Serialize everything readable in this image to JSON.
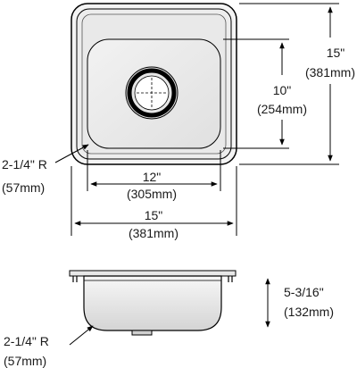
{
  "top_view": {
    "overall_depth": {
      "inches": "15\"",
      "mm": "(381mm)"
    },
    "bowl_depth": {
      "inches": "10\"",
      "mm": "(254mm)"
    },
    "bowl_width": {
      "inches": "12\"",
      "mm": "(305mm)"
    },
    "overall_width": {
      "inches": "15\"",
      "mm": "(381mm)"
    },
    "corner_radius": {
      "inches": "2-1/4\" R",
      "mm": "(57mm)"
    }
  },
  "side_view": {
    "bowl_height": {
      "inches": "5-3/16\"",
      "mm": "(132mm)"
    },
    "corner_radius": {
      "inches": "2-1/4\" R",
      "mm": "(57mm)"
    }
  }
}
